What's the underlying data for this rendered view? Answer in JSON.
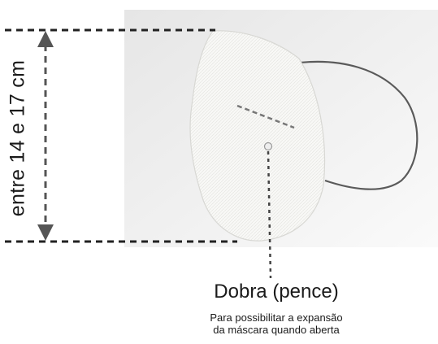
{
  "measure": {
    "label": "entre 14 e 17 cm"
  },
  "pleat": {
    "title": "Dobra (pence)",
    "description_line1": "Para possibilitar a expansão",
    "description_line2": "da máscara quando aberta"
  },
  "colors": {
    "dashes": "#222222",
    "arrow": "#555555",
    "photo_background": "#ececec",
    "mask": "#f7f7f5",
    "pleat_line": "#777777"
  }
}
